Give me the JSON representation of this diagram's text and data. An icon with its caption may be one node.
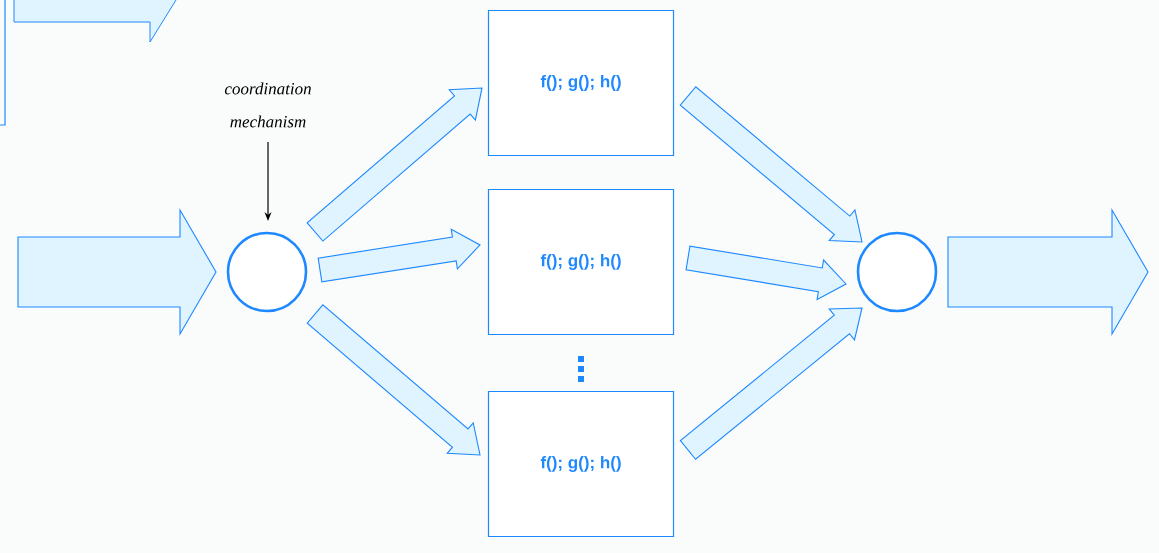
{
  "diagram": {
    "nodes": [
      {
        "text": [
          "coordination mechanism"
        ]
      },
      {
        "text": [],
        "shape": "circle"
      },
      {
        "text": [
          "f(); g(); h()"
        ]
      },
      {
        "text": [
          "f(); g(); h()"
        ]
      },
      {
        "text": [
          "f(); g(); h()"
        ]
      },
      {
        "text": [],
        "shape": "circle"
      }
    ],
    "edges": [
      {
        "from": null,
        "to": 1,
        "arrow": "to"
      },
      {
        "from": 0,
        "to": 1,
        "arrow": "to",
        "color": "#000000"
      },
      {
        "from": 1,
        "to": 2,
        "arrow": "to"
      },
      {
        "from": 1,
        "to": 3,
        "arrow": "to"
      },
      {
        "from": 1,
        "to": 4,
        "arrow": "to"
      },
      {
        "from": 2,
        "to": 5,
        "arrow": "to"
      },
      {
        "from": 3,
        "to": 5,
        "arrow": "to"
      },
      {
        "from": 4,
        "to": 5,
        "arrow": "to"
      },
      {
        "from": 5,
        "to": null,
        "arrow": "to"
      }
    ]
  }
}
